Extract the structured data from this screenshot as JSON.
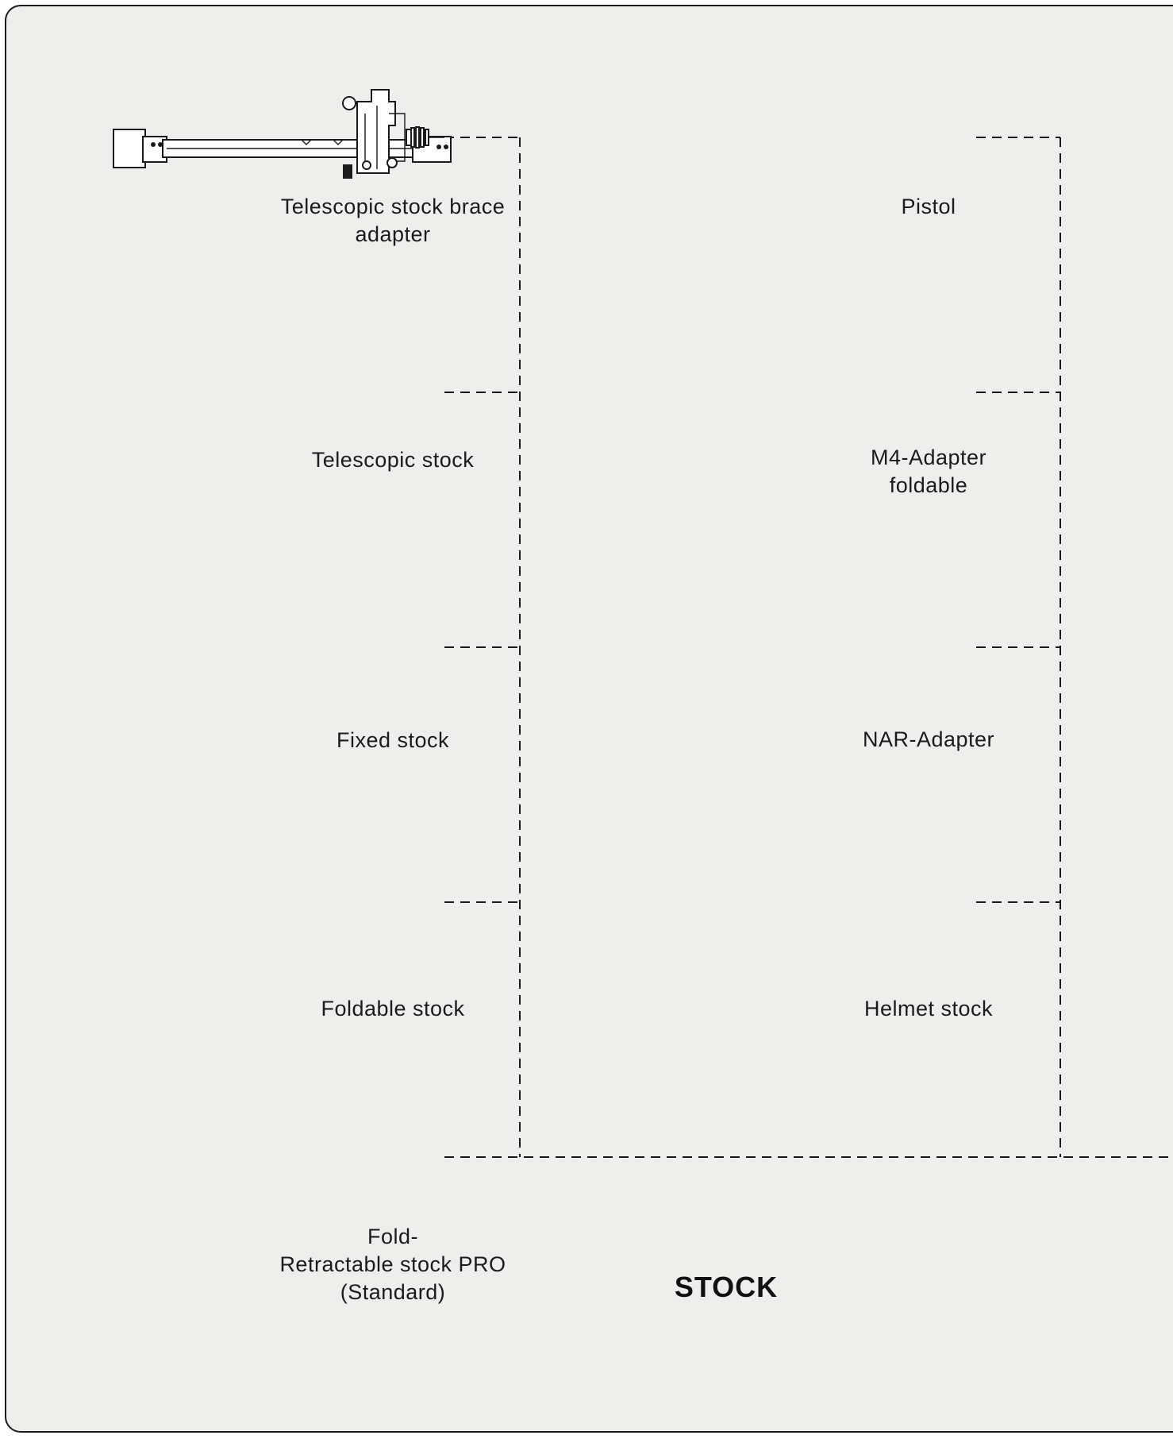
{
  "section_title": "STOCK",
  "parts_left": [
    {
      "label": "Telescopic stock brace\nadapter",
      "icon": "telescopic-brace-adapter-drawing"
    },
    {
      "label": "Telescopic stock",
      "icon": "telescopic-stock-drawing"
    },
    {
      "label": "Fixed stock",
      "icon": "fixed-stock-drawing"
    },
    {
      "label": "Foldable stock",
      "icon": "foldable-stock-drawing"
    },
    {
      "label": "Fold-\nRetractable stock PRO\n(Standard)",
      "icon": "fold-retractable-stock-drawing"
    }
  ],
  "parts_right": [
    {
      "label": "Pistol",
      "icon": "pistol-adapter-drawing"
    },
    {
      "label": "M4-Adapter\nfoldable",
      "icon": "m4-adapter-drawing"
    },
    {
      "label": "NAR-Adapter",
      "icon": "nar-adapter-drawing"
    },
    {
      "label": "Helmet stock",
      "icon": "helmet-stock-drawing"
    }
  ],
  "colors": {
    "background": "#eeefec",
    "line": "#1a1a1a",
    "part_fill": "#ffffff"
  }
}
